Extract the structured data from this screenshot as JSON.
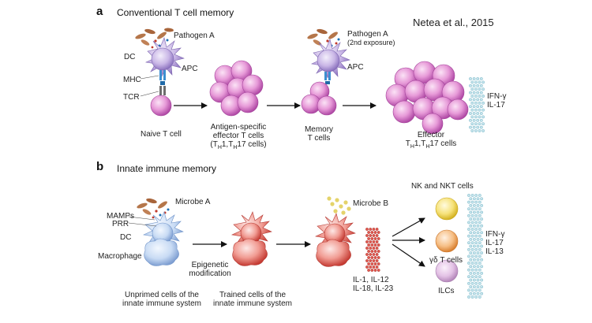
{
  "citation": "Netea et al., 2015",
  "panel_a": {
    "letter": "a",
    "title": "Conventional T cell memory",
    "pathogen_a": "Pathogen A",
    "dc": "DC",
    "apc": "APC",
    "mhc": "MHC",
    "tcr": "TCR",
    "naive": "Naive T cell",
    "antigen_l1": "Antigen-specific",
    "antigen_l2": "effector T cells",
    "antigen_l3_a": "(T",
    "antigen_l3_sub1": "H",
    "antigen_l3_b": "1,T",
    "antigen_l3_sub2": "H",
    "antigen_l3_c": "17 cells)",
    "pathogen_a2_l1": "Pathogen A",
    "pathogen_a2_l2": "(2nd exposure)",
    "apc2": "APC",
    "memory_l1": "Memory",
    "memory_l2": "T cells",
    "effector_l1": "Effector",
    "effector_l2_a": "T",
    "effector_l2_sub1": "H",
    "effector_l2_b": "1,T",
    "effector_l2_sub2": "H",
    "effector_l2_c": "17 cells",
    "ifn": "IFN-γ",
    "il17": "IL-17"
  },
  "panel_b": {
    "letter": "b",
    "title": "Innate immune memory",
    "microbe_a": "Microbe A",
    "mamps": "MAMPs",
    "prr": "PRR",
    "dc": "DC",
    "macrophage": "Macrophage",
    "epi_l1": "Epigenetic",
    "epi_l2": "modification",
    "microbe_b": "Microbe B",
    "il_l1": "IL-1, IL-12",
    "il_l2": "IL-18, IL-23",
    "unprimed_l1": "Unprimed cells of the",
    "unprimed_l2": "innate immune system",
    "trained_l1": "Trained cells of the",
    "trained_l2": "innate immune system",
    "nk": "NK and NKT cells",
    "gd": "γδ T cells",
    "ilc": "ILCs",
    "ifn": "IFN-γ",
    "il17": "IL-17",
    "il13": "IL-13"
  }
}
